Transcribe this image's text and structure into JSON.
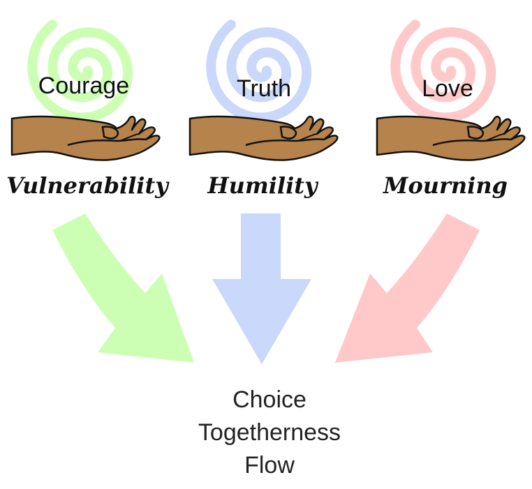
{
  "columns": [
    {
      "top_label": "Courage",
      "bottom_label": "Vulnerability",
      "color": "#ccffb3"
    },
    {
      "top_label": "Truth",
      "bottom_label": "Humility",
      "color": "#c9d8fb"
    },
    {
      "top_label": "Love",
      "bottom_label": "Mourning",
      "color": "#ffc9c9"
    }
  ],
  "outcome": {
    "lines": [
      "Choice",
      "Togetherness",
      "Flow"
    ]
  },
  "colors": {
    "hand": "#b5834b",
    "hand_outline": "#111111",
    "text": "#111111"
  }
}
